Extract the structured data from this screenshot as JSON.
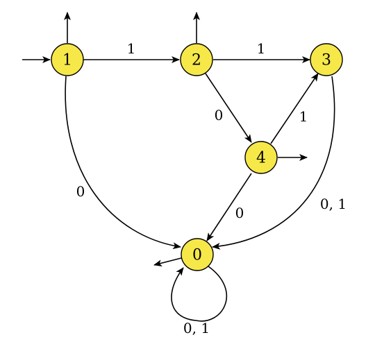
{
  "diagram": {
    "node_fill": "#f7e84a",
    "states": {
      "s1": "1",
      "s2": "2",
      "s3": "3",
      "s4": "4",
      "s0": "0"
    },
    "edge_labels": {
      "e_1_2": "1",
      "e_2_3": "1",
      "e_2_4": "0",
      "e_4_3": "1",
      "e_1_0": "0",
      "e_4_0": "0",
      "e_3_0": "0, 1",
      "e_0_0": "0, 1"
    }
  }
}
